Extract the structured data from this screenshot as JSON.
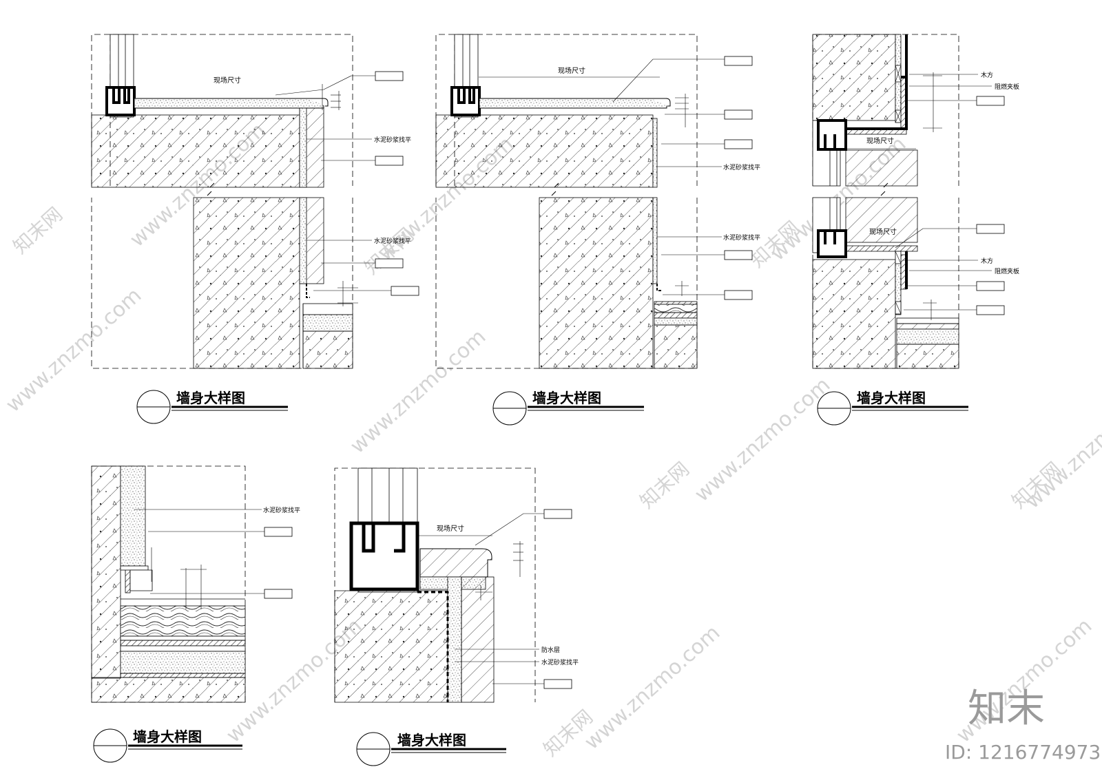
{
  "labels": {
    "site_size": "现场尺寸",
    "cement_mortar": "水泥砂浆找平",
    "wood_batten": "木方",
    "fire_board": "阻燃夹板",
    "waterproof": "防水层"
  },
  "detail_title": "墙身大样图",
  "watermark": {
    "url": "www.znzmo.com",
    "brand": "知末网",
    "logo": "知末",
    "id": "ID: 1216774973"
  },
  "colors": {
    "line": "#000000",
    "watermark": "#d4d4d4"
  }
}
